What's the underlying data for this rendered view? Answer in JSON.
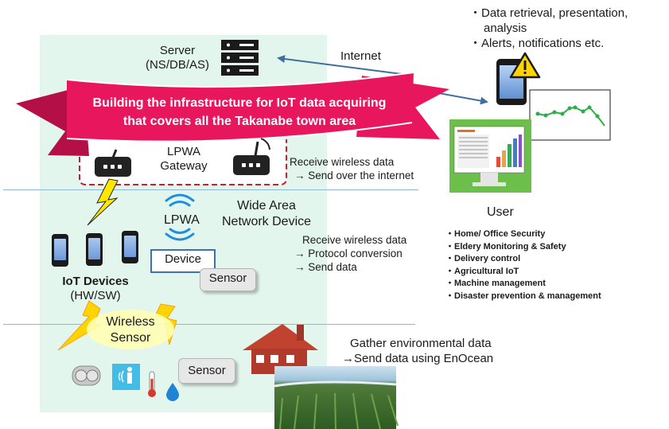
{
  "banner": {
    "line1": "Building the infrastructure for IoT data acquiring",
    "line2": "that covers all the Takanabe town area"
  },
  "server": {
    "title": "Server",
    "subtitle": "(NS/DB/AS)"
  },
  "internet_label": "Internet",
  "app_bullets": [
    "・Data retrieval, presentation,",
    "analysis",
    "・Alerts, notifications  etc."
  ],
  "gateway": {
    "label_line1": "LPWA",
    "label_line2": "Gateway",
    "note_line1": "Receive wireless data",
    "note_line2": "→ Send over the internet"
  },
  "lpwa_label": "LPWA",
  "wan_device": {
    "line1": "Wide Area",
    "line2": "Network Device"
  },
  "device_box_label": "Device",
  "protocol_notes": [
    "Receive wireless data",
    "→ Protocol conversion",
    "→ Send data"
  ],
  "iot_devices": {
    "title": "IoT Devices",
    "subtitle": "(HW/SW)"
  },
  "sensor_label_upper": "Sensor",
  "sensor_label_lower": "Sensor",
  "wireless_sensor": {
    "line1": "Wireless",
    "line2": "Sensor"
  },
  "user_label": "User",
  "use_cases": [
    "Home/ Office Security",
    "Eldery Monitoring & Safety",
    "Delivery control",
    "Agricultural IoT",
    "Machine management",
    "Disaster prevention & management"
  ],
  "enocean_notes": [
    "Gather environmental data",
    "→Send data using EnOcean"
  ],
  "colors": {
    "banner": "#e8175d",
    "banner_dark": "#b40f46",
    "zone_bg": "#e3f6ee",
    "monitor_frame": "#6cbf4b",
    "arrow": "#3f6f9f",
    "gateway_dash": "#c0222e",
    "lightning": "#ffe800",
    "device_border": "#3f6fb5"
  },
  "icons": [
    "server-rack-icon",
    "smartphone-icon",
    "warning-icon",
    "line-graph-icon",
    "monitor-icon",
    "router-icon",
    "lightning-icon",
    "wireless-signal-icon",
    "house-icon",
    "field-photo",
    "motion-sensor-icon",
    "presence-sensor-icon",
    "thermometer-icon",
    "water-drop-icon"
  ]
}
